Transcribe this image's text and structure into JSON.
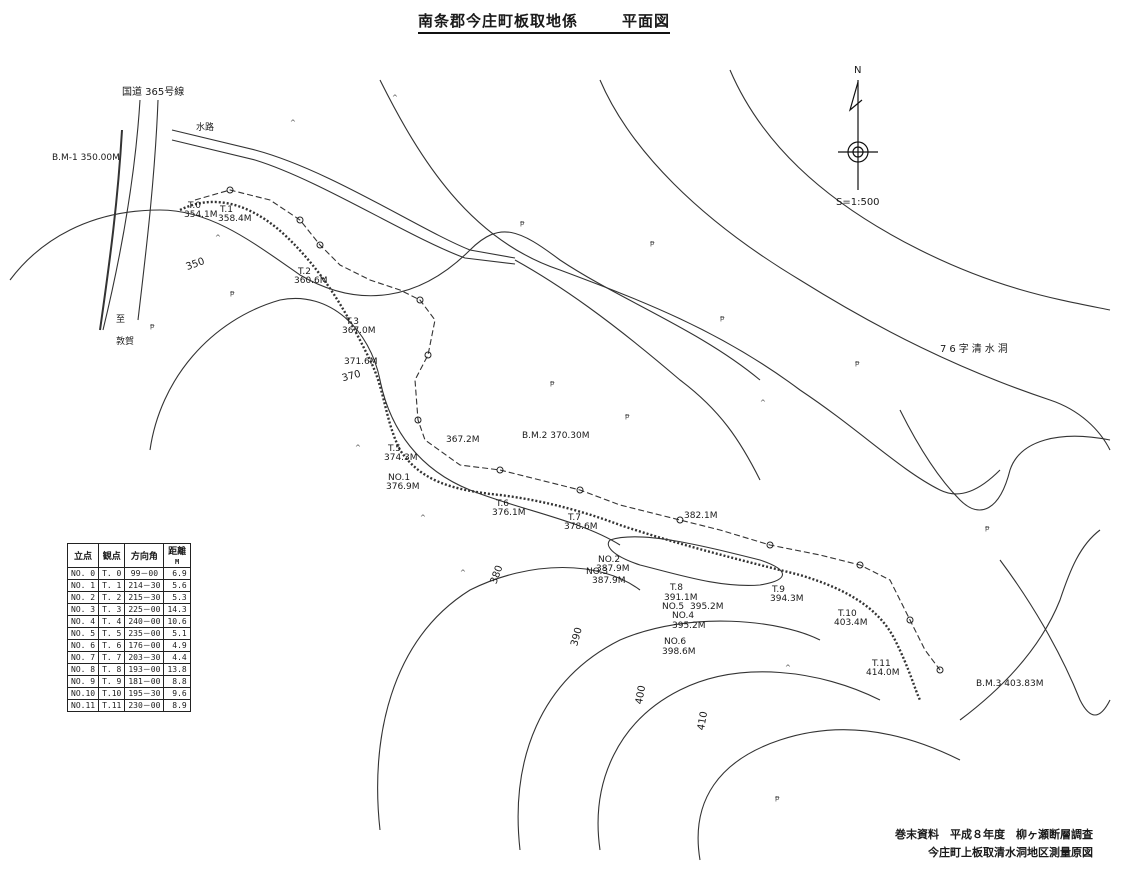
{
  "title": {
    "place": "南条郡今庄町板取地係",
    "kind": "平面図"
  },
  "map": {
    "road_name": "国道 365号線",
    "waterway": "水路",
    "destination": "至",
    "destination_place": "敦賀",
    "direction_north": "N",
    "scale": "S=1:500",
    "locality": "76字清水洞",
    "benchmarks": [
      "B.M-1 350.00M",
      "B.M.2 370.30M",
      "B.M.3 403.83M"
    ],
    "contours": [
      "350",
      "370",
      "380",
      "390",
      "400",
      "410"
    ],
    "points": [
      {
        "name": "T.0",
        "elev": "354.1M"
      },
      {
        "name": "T.1",
        "elev": "358.4M"
      },
      {
        "name": "T.2",
        "elev": "360.6M"
      },
      {
        "name": "T.3",
        "elev": "367.0M"
      },
      {
        "name": "",
        "elev": "371.6M"
      },
      {
        "name": "T.5",
        "elev": "374.3M"
      },
      {
        "name": "",
        "elev": "367.2M"
      },
      {
        "name": "T.6",
        "elev": "376.1M"
      },
      {
        "name": "T.7",
        "elev": "378.6M"
      },
      {
        "name": "",
        "elev": "382.1M"
      },
      {
        "name": "T.8",
        "elev": "391.1M"
      },
      {
        "name": "T.9",
        "elev": "394.3M"
      },
      {
        "name": "T.10",
        "elev": "403.4M"
      },
      {
        "name": "T.11",
        "elev": "414.0M"
      }
    ],
    "stations": [
      {
        "name": "NO.1",
        "elev": "376.9M"
      },
      {
        "name": "NO.2",
        "elev": "387.9M"
      },
      {
        "name": "NO.3",
        "elev": "387.9M"
      },
      {
        "name": "NO.4",
        "elev": "395.2M"
      },
      {
        "name": "NO.5",
        "elev": "395.2M"
      },
      {
        "name": "NO.6",
        "elev": "398.6M"
      }
    ]
  },
  "table": {
    "headers": [
      "立点",
      "観点",
      "方向角",
      "距離"
    ],
    "unit": "M",
    "rows": [
      [
        "NO. 0",
        "T. 0",
        "99－00",
        "6.9"
      ],
      [
        "NO. 1",
        "T. 1",
        "214－30",
        "5.6"
      ],
      [
        "NO. 2",
        "T. 2",
        "215－30",
        "5.3"
      ],
      [
        "NO. 3",
        "T. 3",
        "225－00",
        "14.3"
      ],
      [
        "NO. 4",
        "T. 4",
        "240－00",
        "10.6"
      ],
      [
        "NO. 5",
        "T. 5",
        "235－00",
        "5.1"
      ],
      [
        "NO. 6",
        "T. 6",
        "176－00",
        "4.9"
      ],
      [
        "NO. 7",
        "T. 7",
        "203－30",
        "4.4"
      ],
      [
        "NO. 8",
        "T. 8",
        "193－00",
        "13.8"
      ],
      [
        "NO. 9",
        "T. 9",
        "181－00",
        "8.8"
      ],
      [
        "NO.10",
        "T.10",
        "195－30",
        "9.6"
      ],
      [
        "NO.11",
        "T.11",
        "230－00",
        "8.9"
      ]
    ]
  },
  "footer": {
    "line1": "巻末資料　平成８年度　柳ヶ瀬断層調査",
    "line2": "今庄町上板取清水洞地区測量原図"
  }
}
